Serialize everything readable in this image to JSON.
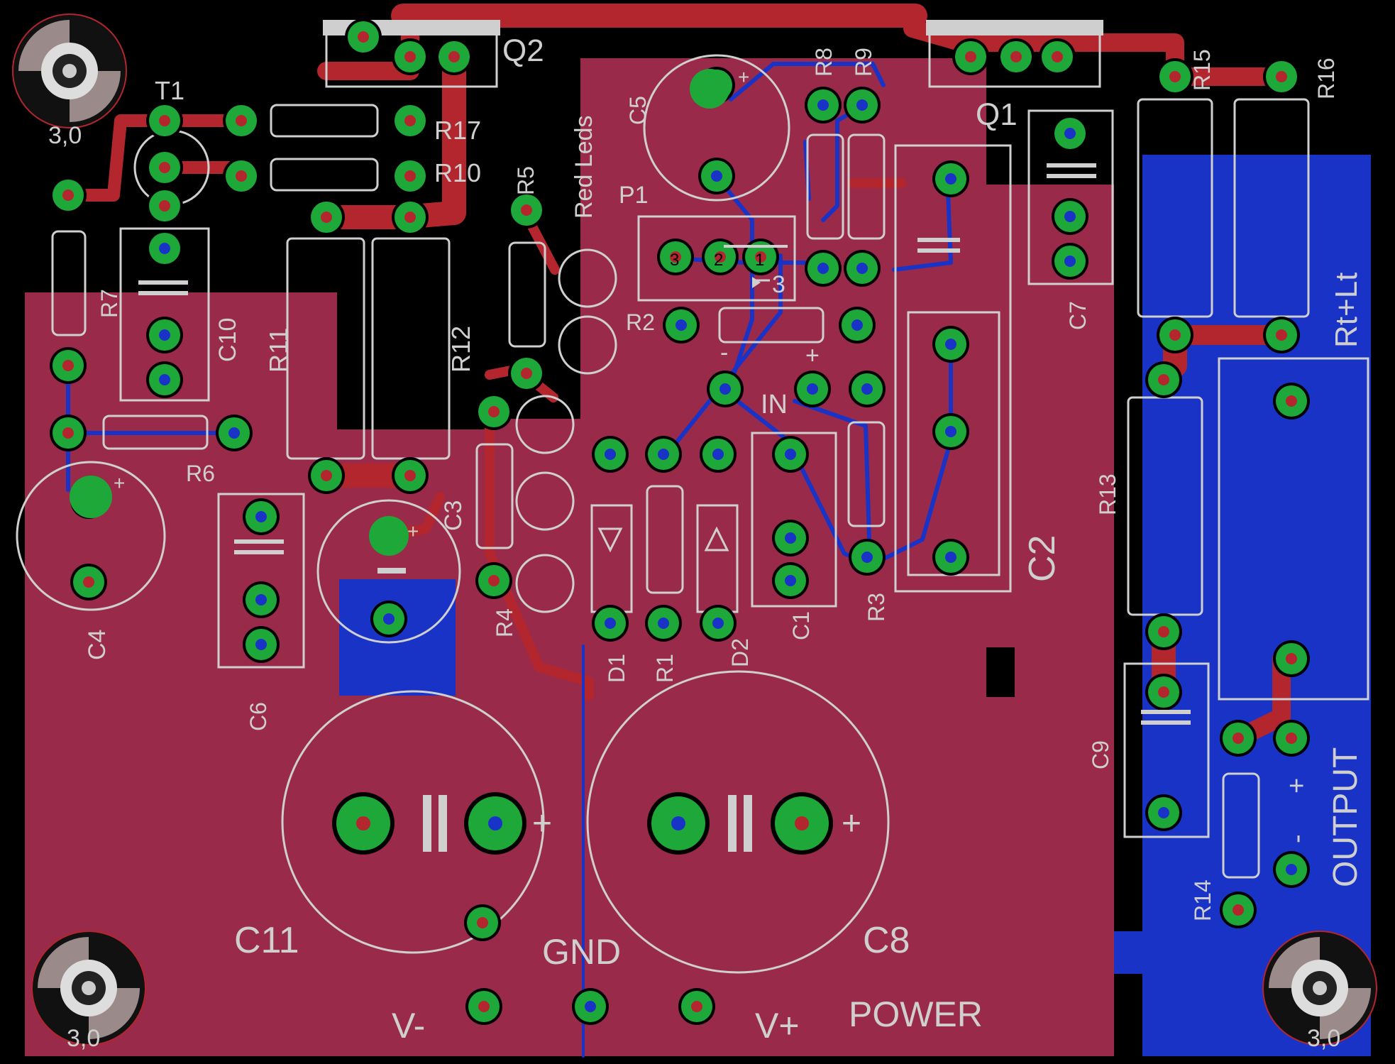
{
  "board": {
    "background_color": "#000000",
    "top_copper_color": "#b3262e",
    "pour_color": "#9a2a4a",
    "bottom_copper_color": "#1a33c7",
    "pad_color": "#1ea83a",
    "silkscreen_color": "#cfcfcf"
  },
  "labels": {
    "q2": "Q2",
    "q1": "Q1",
    "t1": "T1",
    "r17": "R17",
    "r10": "R10",
    "r7": "R7",
    "c10": "C10",
    "r11": "R11",
    "r12": "R12",
    "r5": "R5",
    "red_leds": "Red Leds",
    "c5": "C5",
    "r8": "R8",
    "r9": "R9",
    "p1": "P1",
    "p1_pin3": "3",
    "p1_pin2": "2",
    "p1_pin1": "1",
    "p1_marker": "3",
    "r2": "R2",
    "in": "IN",
    "c2": "C2",
    "c7": "C7",
    "r15": "R15",
    "r16": "R16",
    "rt_lt": "Rt+Lt",
    "r6": "R6",
    "c4": "C4",
    "c6": "C6",
    "c3": "C3",
    "r4": "R4",
    "d1": "D1",
    "r1": "R1",
    "d2": "D2",
    "c1": "C1",
    "r3": "R3",
    "r13": "R13",
    "c9": "C9",
    "r14": "R14",
    "output": "OUTPUT",
    "out_plus": "+",
    "out_minus": "-",
    "c11": "C11",
    "c8": "C8",
    "gnd": "GND",
    "v_minus": "V-",
    "v_plus": "V+",
    "power": "POWER",
    "hole_tl": "3,0",
    "hole_bl": "3,0",
    "hole_br": "3,0",
    "plus": "+",
    "minus": "-"
  }
}
